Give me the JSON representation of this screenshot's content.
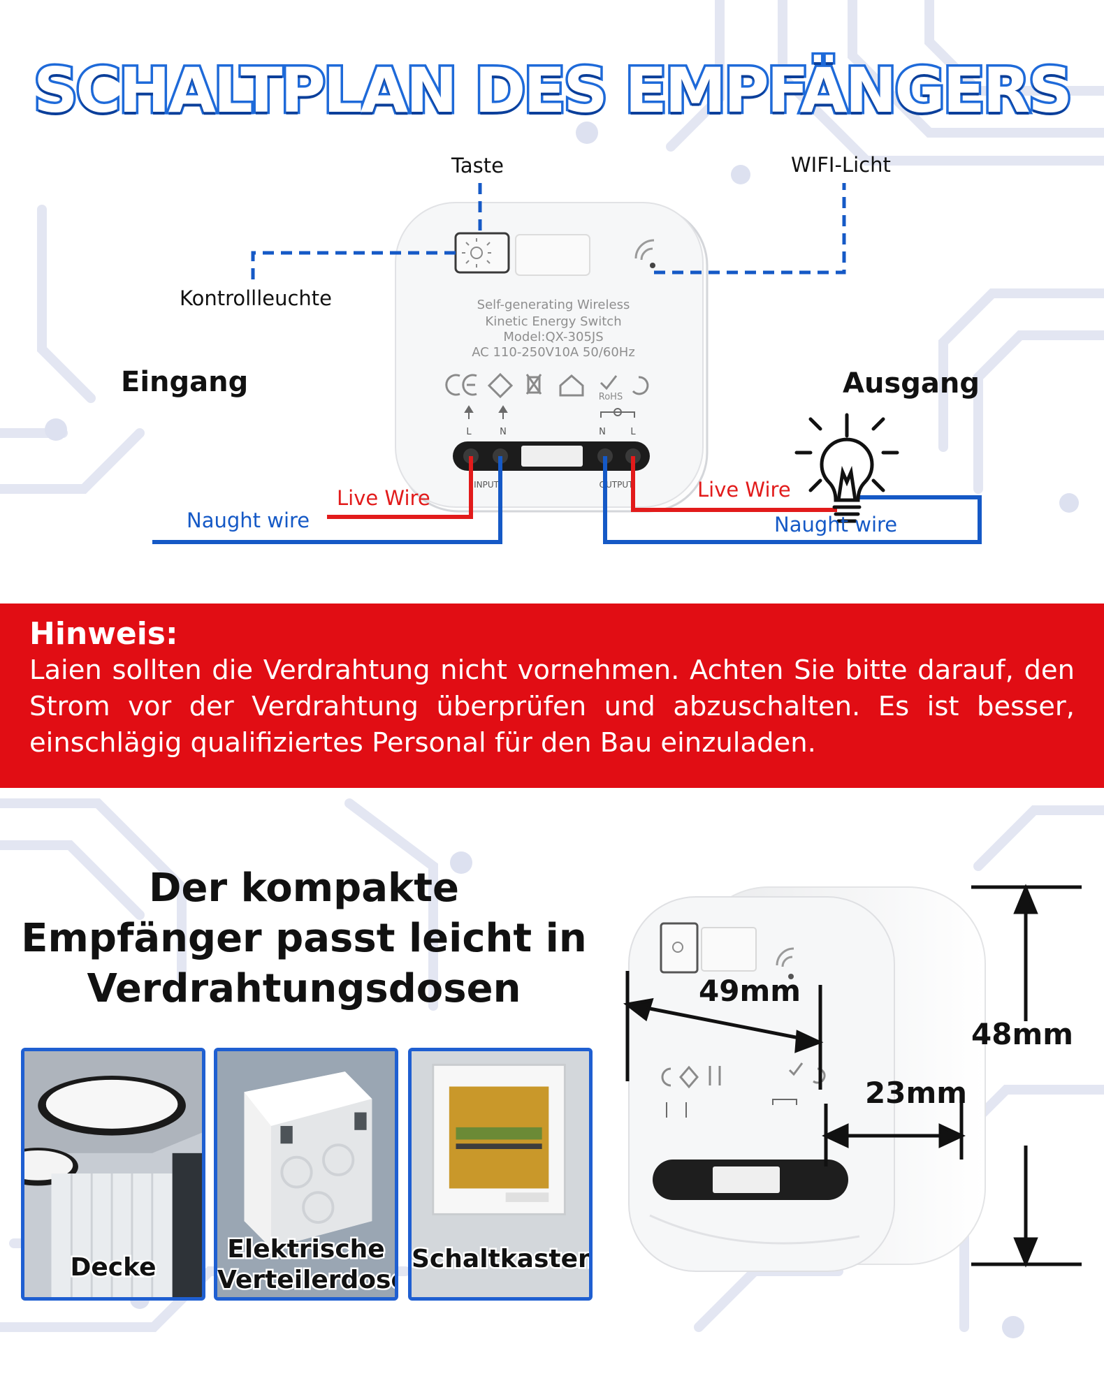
{
  "title": "SCHALTPLAN DES EMPFÄNGERS",
  "diagram": {
    "taste": "Taste",
    "wifi_licht": "WIFI-Licht",
    "kontrollleuchte": "Kontrollleuchte",
    "eingang": "Eingang",
    "ausgang": "Ausgang",
    "live_wire_in": "Live Wire",
    "naught_wire_in": "Naught wire",
    "live_wire_out": "Live Wire",
    "naught_wire_out": "Naught wire",
    "device": {
      "line1": "Self-generating Wireless",
      "line2": "Kinetic Energy Switch",
      "line3": "Model:QX-305JS",
      "line4": "AC 110-250V10A 50/60Hz",
      "rohs": "RoHS",
      "terminal_l_in": "L",
      "terminal_n_in": "N",
      "terminal_n_out": "N",
      "terminal_l_out": "L",
      "input": "INPUT",
      "output": "OUTPUT"
    }
  },
  "notice": {
    "title": "Hinweis:",
    "text": "Laien sollten die Verdrahtung nicht vornehmen. Achten Sie bitte darauf, den Strom vor der Verdrahtung überprüfen und abzuschalten. Es ist besser, einschlägig qualifiziertes Personal für den Bau einzuladen."
  },
  "compact": {
    "line1": "Der kompakte",
    "line2": "Empfänger passt leicht in",
    "line3": "Verdrahtungsdosen"
  },
  "thumbnails": [
    {
      "label": "Decke"
    },
    {
      "label": "Elektrische Verteilerdose",
      "line1": "Elektrische",
      "line2": "Verteilerdose"
    },
    {
      "label": "Schaltkasten"
    }
  ],
  "dimensions": {
    "width": "49mm",
    "depth": "23mm",
    "height": "48mm"
  },
  "colors": {
    "blue": "#1559c6",
    "red": "#e21b1b",
    "notice_bg": "#e10d14",
    "title_stroke": "#1e6ad9"
  }
}
